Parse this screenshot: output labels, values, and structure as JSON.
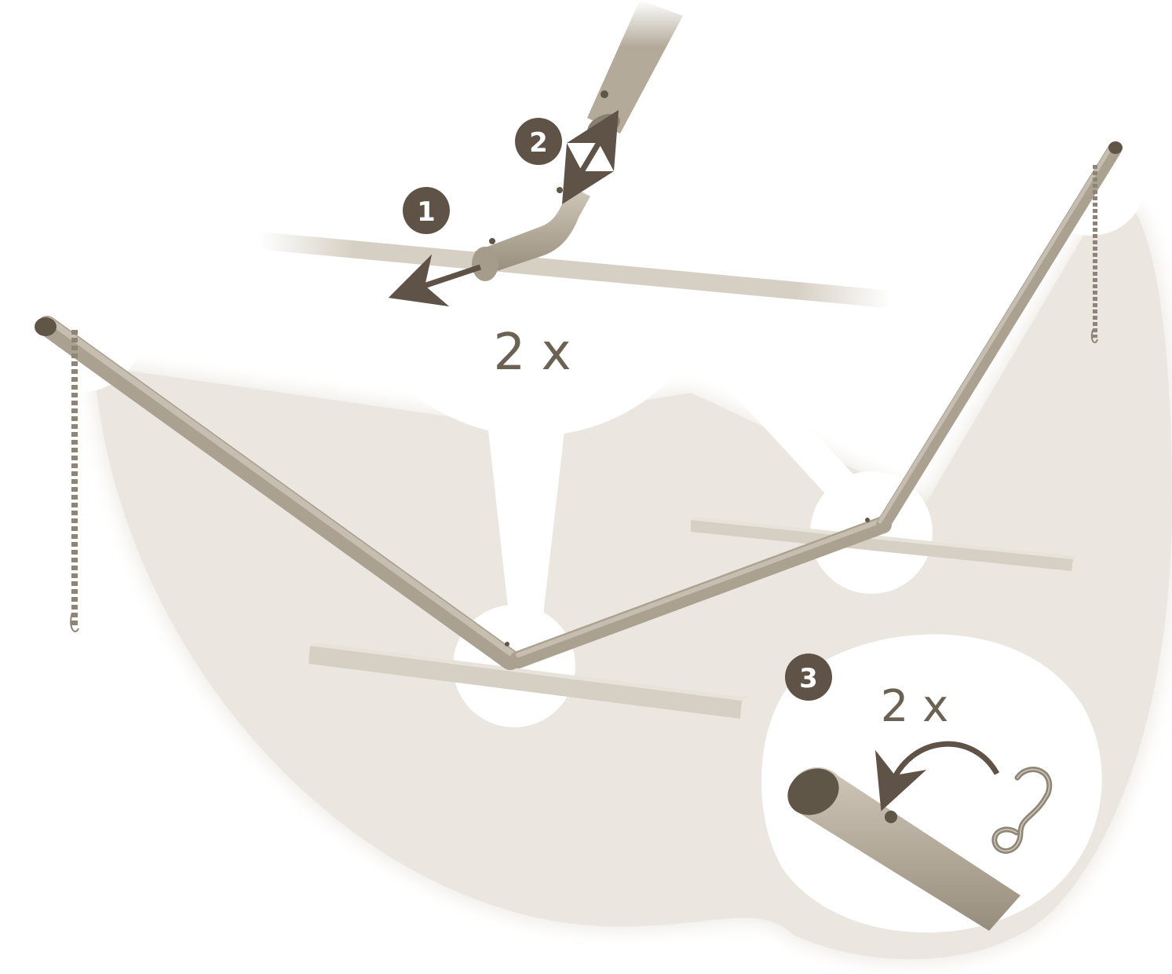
{
  "steps": [
    {
      "label": "1"
    },
    {
      "label": "2"
    },
    {
      "label": "3"
    }
  ],
  "multipliers": {
    "top_detail": "2 x",
    "hook_detail": "2 x"
  },
  "icons": {
    "step_badge": "numbered-circle-icon",
    "insert_arrow": "double-arrow-icon",
    "rotate_arrow": "curved-arrow-icon",
    "hook": "s-hook-icon",
    "chain": "chain-icon"
  },
  "colors": {
    "tube": "#b7ae9f",
    "tube_dark": "#8f8576",
    "tube_end": "#5f5648",
    "badge": "#5e5346",
    "arrow": "#5e5346",
    "board": "#d9d2c6",
    "shadow": "#e6e1d9",
    "text": "#6b6254"
  }
}
